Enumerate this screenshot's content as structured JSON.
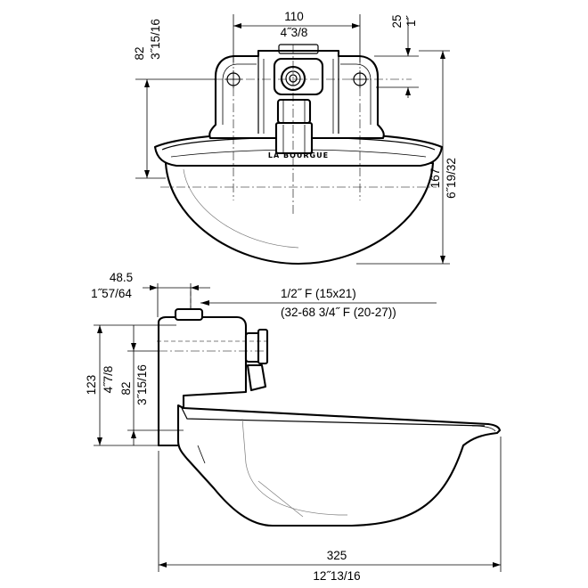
{
  "top_view": {
    "width_mm": "110",
    "width_in": "4˝3/8",
    "bolt_mm": "25",
    "bolt_in": "1˝",
    "height_mm": "82",
    "height_in": "3˝15/16",
    "total_mm": "167",
    "total_in": "6˝19/32"
  },
  "side_view": {
    "offset_mm": "48.5",
    "offset_in": "1˝57/64",
    "thread1": "1/2˝  F  (15x21)",
    "thread2": "(32-68  3/4˝  F  (20-27))",
    "height_total_mm": "123",
    "height_total_in": "4˝7/8",
    "height_mid_mm": "82",
    "height_mid_in": "3˝15/16",
    "length_mm": "325",
    "length_in": "12˝13/16"
  },
  "colors": {
    "line": "#000000",
    "background": "#ffffff"
  }
}
